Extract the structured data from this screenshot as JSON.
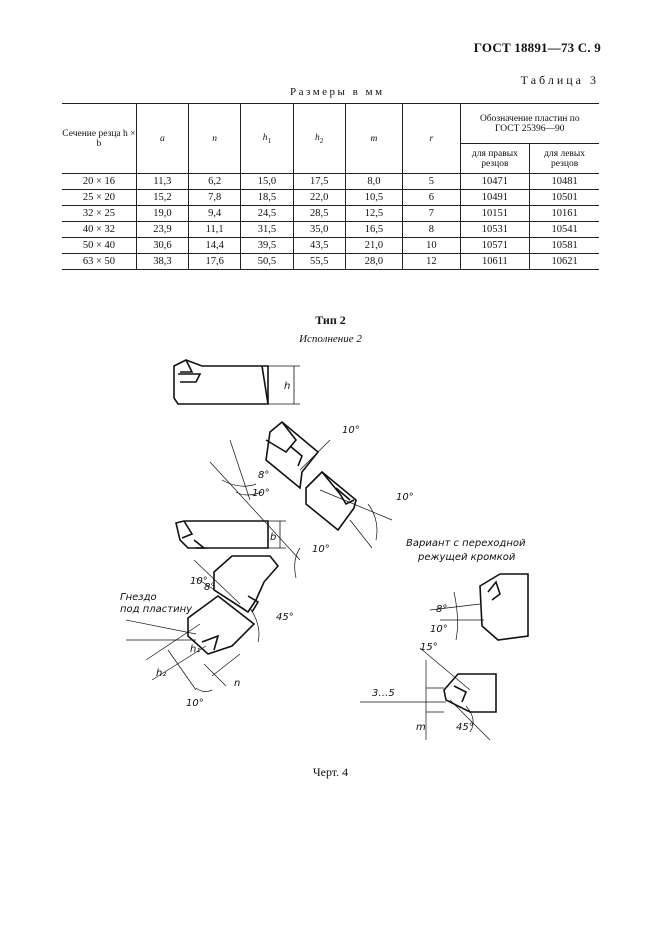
{
  "header": {
    "doc_ref": "ГОСТ 18891—73 С. 9"
  },
  "table_label": "Таблица 3",
  "units": "Размеры в мм",
  "table": {
    "head": {
      "section": "Сечение резца h × b",
      "a": "a",
      "n": "n",
      "h1": "h",
      "h1_sub": "1",
      "h2": "h",
      "h2_sub": "2",
      "m": "m",
      "r": "r",
      "designation": "Обозначение пластин по ГОСТ 25396—90",
      "right": "для правых резцов",
      "left": "для левых резцов"
    },
    "rows": [
      [
        "20 × 16",
        "11,3",
        "6,2",
        "15,0",
        "17,5",
        "8,0",
        "5",
        "10471",
        "10481"
      ],
      [
        "25 × 20",
        "15,2",
        "7,8",
        "18,5",
        "22,0",
        "10,5",
        "6",
        "10491",
        "10501"
      ],
      [
        "32 × 25",
        "19,0",
        "9,4",
        "24,5",
        "28,5",
        "12,5",
        "7",
        "10151",
        "10161"
      ],
      [
        "40 × 32",
        "23,9",
        "11,1",
        "31,5",
        "35,0",
        "16,5",
        "8",
        "10531",
        "10541"
      ],
      [
        "50 × 40",
        "30,6",
        "14,4",
        "39,5",
        "43,5",
        "21,0",
        "10",
        "10571",
        "10581"
      ],
      [
        "63 × 50",
        "38,3",
        "17,6",
        "50,5",
        "55,5",
        "28,0",
        "12",
        "10611",
        "10621"
      ]
    ]
  },
  "figure": {
    "type_title": "Тип 2",
    "execution": "Исполнение 2",
    "labels": {
      "h": "h",
      "b": "b",
      "n": "n",
      "m": "m",
      "h1": "h₁",
      "h2": "h₂",
      "a10_top": "10°",
      "a10_right": "10°",
      "a10_mid": "10°",
      "a10_left": "10°",
      "a10_bottom": "10°",
      "a8_top": "8°",
      "a10_top2": "10°",
      "a8_left": "8°",
      "a45_left": "45°",
      "nest1": "Гнездо",
      "nest2": "под пластину",
      "variant1": "Вариант с переходной",
      "variant2": "режущей кромкой",
      "v8": "8°",
      "v10": "10°",
      "v15": "15°",
      "v35": "3…5",
      "v45": "45°"
    }
  },
  "caption": "Черт. 4"
}
